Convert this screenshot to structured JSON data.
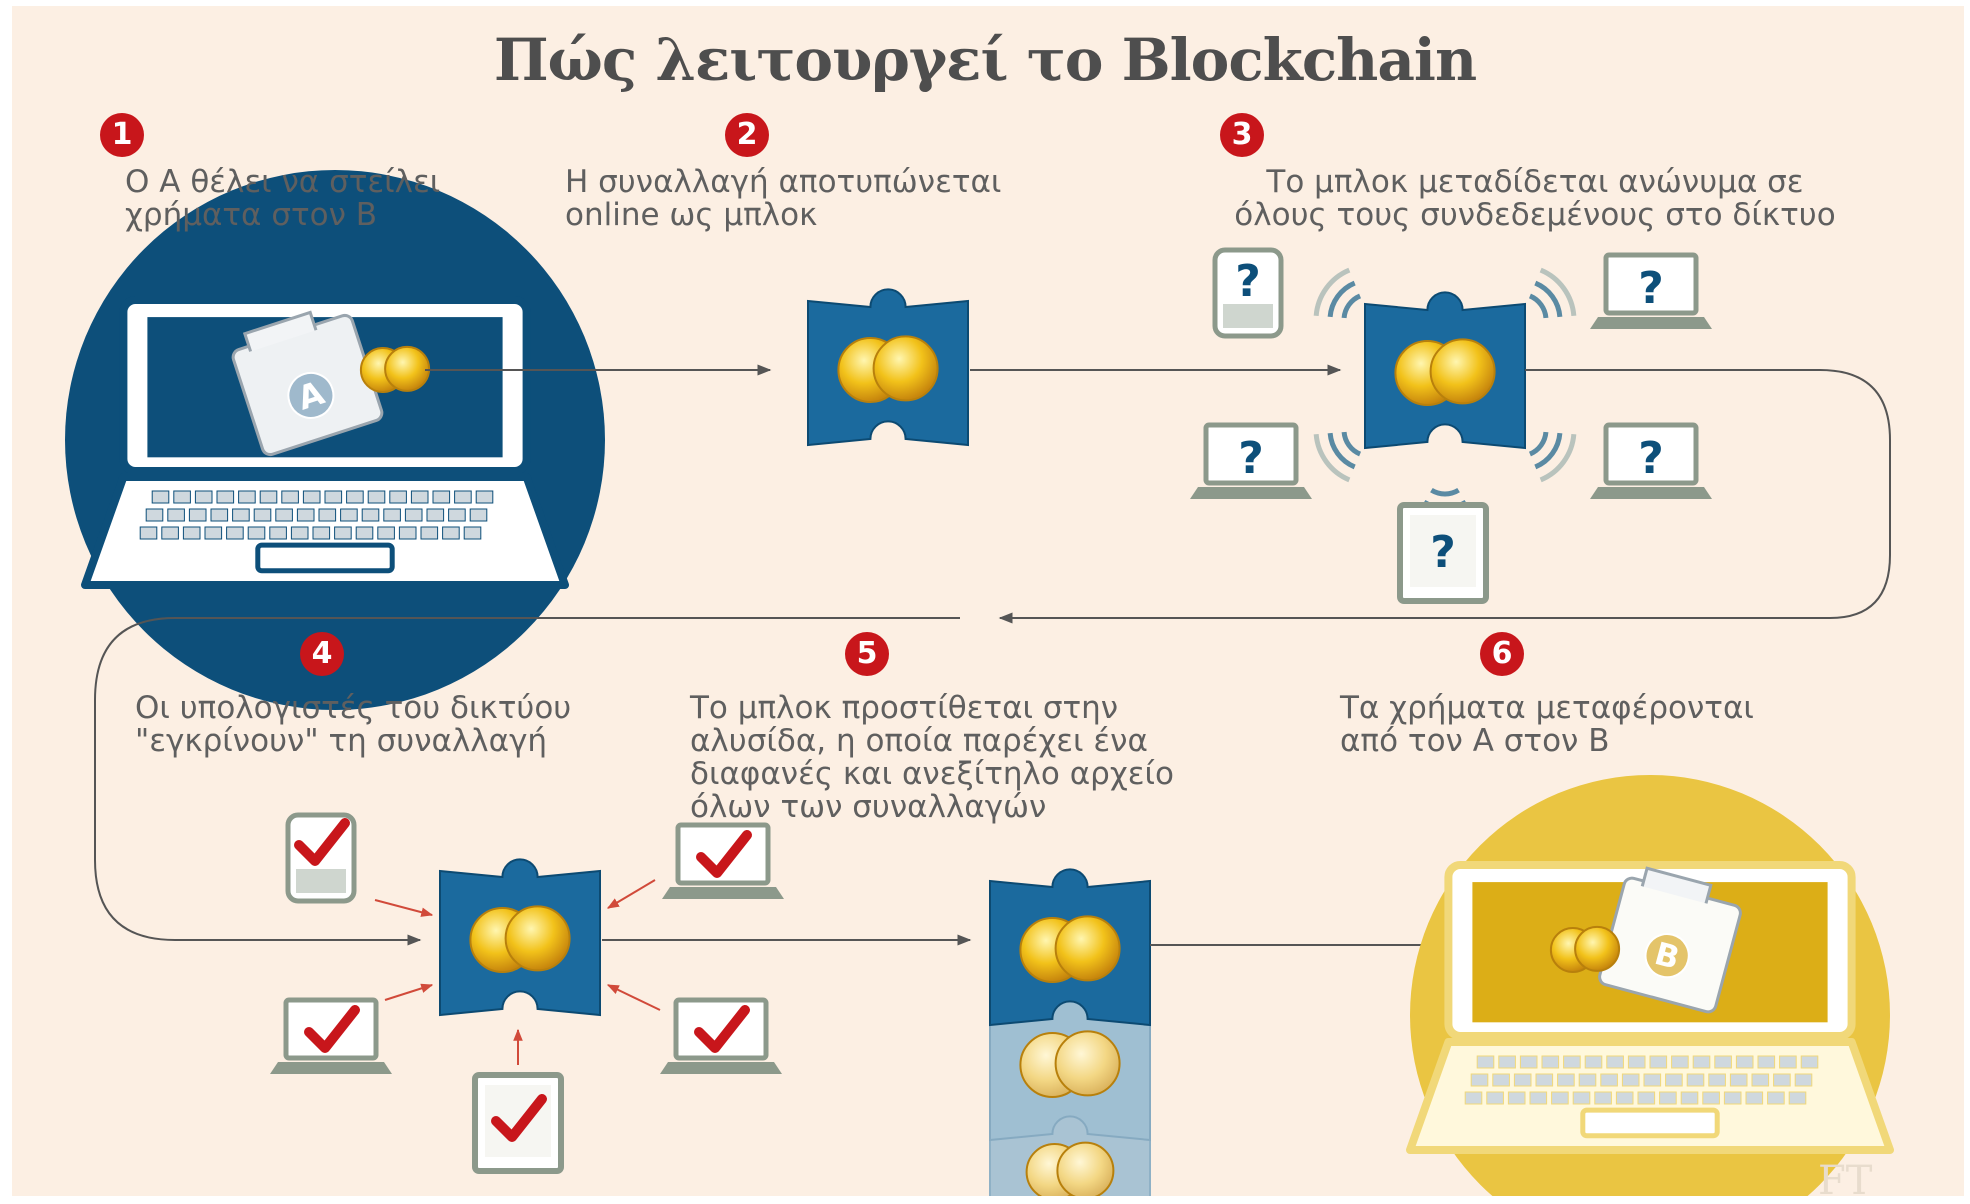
{
  "title": "Πώς λειτουργεί το Blockchain",
  "steps": [
    {
      "number": "1",
      "text": "Ο Α θέλει να στείλει\nχρήματα στον Β"
    },
    {
      "number": "2",
      "text": "Η συναλλαγή αποτυπώνεται\nonline ως μπλοκ"
    },
    {
      "number": "3",
      "text": "Το μπλοκ μεταδίδεται ανώνυμα σε\nόλους τους συνδεδεμένους στο δίκτυο"
    },
    {
      "number": "4",
      "text": "Οι υπολογιστές του δικτύου\n\"εγκρίνουν\" τη συναλλαγή"
    },
    {
      "number": "5",
      "text": "Το μπλοκ προστίθεται στην\nαλυσίδα, η οποία παρέχει ένα\nδιαφανές και ανεξίτηλο αρχείο\nόλων των συναλλαγών"
    },
    {
      "number": "6",
      "text": "Τα χρήματα μεταφέρονται\nαπό τον Α στον Β"
    }
  ],
  "wallet_a_label": "A",
  "wallet_b_label": "B",
  "unknown_symbol": "?",
  "credit": "FT",
  "colors": {
    "background": "#fcefe3",
    "blue": "#1b6a9e",
    "dark_blue": "#0d4f7a",
    "gold": "#e3b81c",
    "red": "#c8161b",
    "gray_green": "#8c998b",
    "text": "#5f5f5f"
  }
}
